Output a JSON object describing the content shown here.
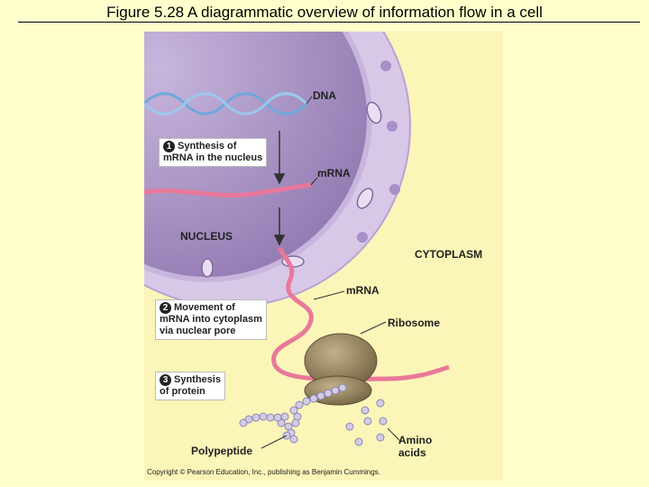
{
  "title": "Figure 5.28  A diagrammatic overview of information flow in a cell",
  "labels": {
    "dna": "DNA",
    "mrna_nucleus": "mRNA",
    "nucleus": "NUCLEUS",
    "cytoplasm": "CYTOPLASM",
    "mrna_cytoplasm": "mRNA",
    "ribosome": "Ribosome",
    "amino_acids_1": "Amino",
    "amino_acids_2": "acids",
    "polypeptide": "Polypeptide"
  },
  "steps": [
    {
      "number": "1",
      "line1": "Synthesis of",
      "line2": "mRNA in the nucleus",
      "line3": ""
    },
    {
      "number": "2",
      "line1": "Movement of",
      "line2": "mRNA into cytoplasm",
      "line3": "via nuclear pore"
    },
    {
      "number": "3",
      "line1": "Synthesis",
      "line2": "of protein",
      "line3": ""
    }
  ],
  "copyright": "Copyright © Pearson Education, Inc., publishing as Benjamin Cummings.",
  "colors": {
    "background": "#FFFFCC",
    "cytoplasm": "#FBF5B8",
    "nuclear_envelope": "#C9B4DD",
    "nucleus": "#9E86BC",
    "dna": "#6FA8DC",
    "mrna": "#E8789A",
    "ribosome": "#8A7A55"
  }
}
